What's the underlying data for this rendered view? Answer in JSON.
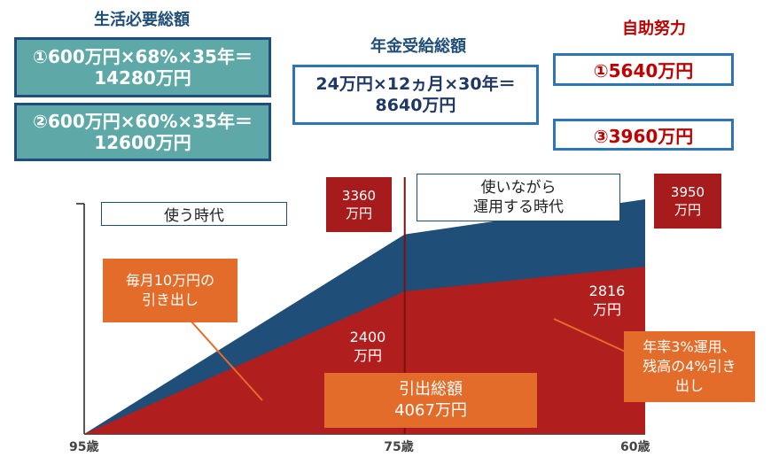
{
  "living_required": {
    "heading": "生活必要総額",
    "case1": {
      "line1": "①600万円×68%×35年＝",
      "line2": "14280万円"
    },
    "case2": {
      "line1": "②600万円×60%×35年＝",
      "line2": "12600万円"
    }
  },
  "pension_total": {
    "heading": "年金受給総額",
    "line1": "24万円×12ヵ月×30年＝",
    "line2": "8640万円"
  },
  "self_effort": {
    "heading": "自助努力",
    "result1": "①5640万円",
    "result2": "③3960万円"
  },
  "chart_data": {
    "type": "area",
    "x_ticks": [
      "95歳",
      "75歳",
      "60歳"
    ],
    "series": [
      {
        "points": [
          [
            95,
            0
          ],
          [
            75,
            2400
          ],
          [
            60,
            2816
          ]
        ],
        "color": "#b01e1e"
      },
      {
        "points": [
          [
            95,
            0
          ],
          [
            75,
            3360
          ],
          [
            60,
            3950
          ]
        ],
        "color": "#1f4e79"
      }
    ],
    "labels": {
      "phase_spend": "使う時代",
      "phase_invest_line1": "使いながら",
      "phase_invest_line2": "運用する時代",
      "monthly_line1": "毎月10万円の",
      "monthly_line2": "引き出し",
      "balance_3360_line1": "3360",
      "balance_3360_line2": "万円",
      "balance_3950_line1": "3950",
      "balance_3950_line2": "万円",
      "value_2400_line1": "2400",
      "value_2400_line2": "万円",
      "value_2816_line1": "2816",
      "value_2816_line2": "万円",
      "withdraw_line1": "引出総額",
      "withdraw_line2": "4067万円",
      "rate_line1": "年率3%運用、",
      "rate_line2": "残高の4%引き",
      "rate_line3": "出し"
    },
    "colors": {
      "invested": "#1f4e79",
      "withdrawn": "#b01e1e",
      "callout": "#e46c2a",
      "balance_box": "#a61c1c"
    }
  }
}
